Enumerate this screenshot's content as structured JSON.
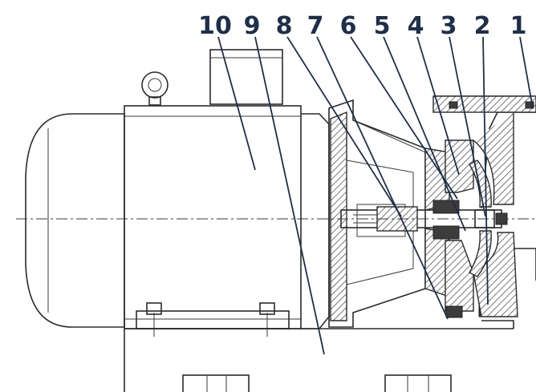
{
  "callouts": [
    {
      "label": "10"
    },
    {
      "label": "9"
    },
    {
      "label": "8"
    },
    {
      "label": "7"
    },
    {
      "label": "6"
    },
    {
      "label": "5"
    },
    {
      "label": "4"
    },
    {
      "label": "3"
    },
    {
      "label": "2"
    },
    {
      "label": "1"
    }
  ],
  "colors": {
    "callout_text": "#1e2f4a",
    "line": "#2b2b2b",
    "background": "#ffffff"
  }
}
